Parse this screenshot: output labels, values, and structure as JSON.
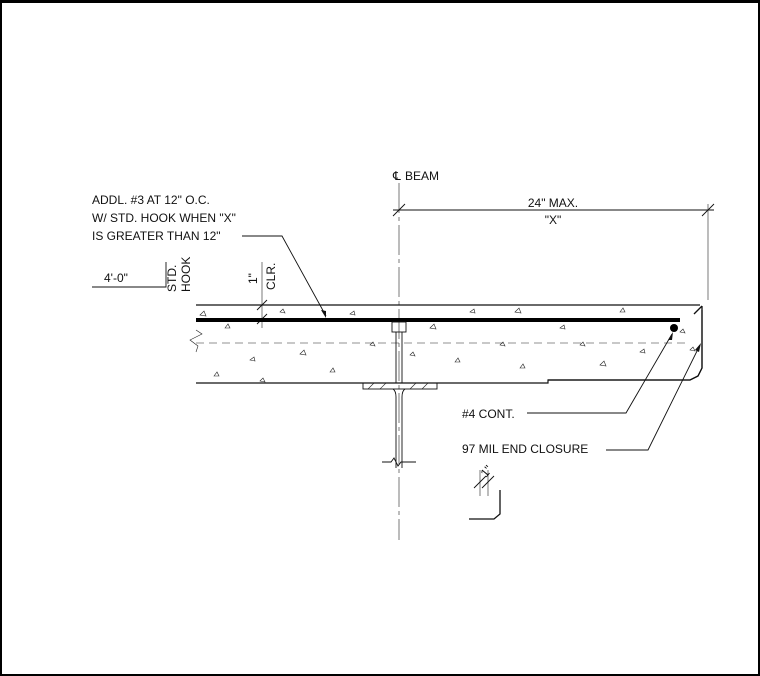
{
  "labels": {
    "beam": "BEAM",
    "centerline_symbol": "℄",
    "addl_bar_line1": "ADDL. #3 AT 12\" O.C.",
    "addl_bar_line2": "W/ STD. HOOK WHEN \"X\"",
    "addl_bar_line3": "IS GREATER THAN 12\"",
    "hook_length": "4'-0\"",
    "std": "STD.",
    "hook": "HOOK",
    "clear_value": "1\"",
    "clear_abbrev": "CLR.",
    "max_dim": "24\" MAX.",
    "x_dim": "\"X\"",
    "cont_bar": "#4 CONT.",
    "end_closure": "97 MIL END CLOSURE",
    "closure_detail_dim": "1\""
  }
}
